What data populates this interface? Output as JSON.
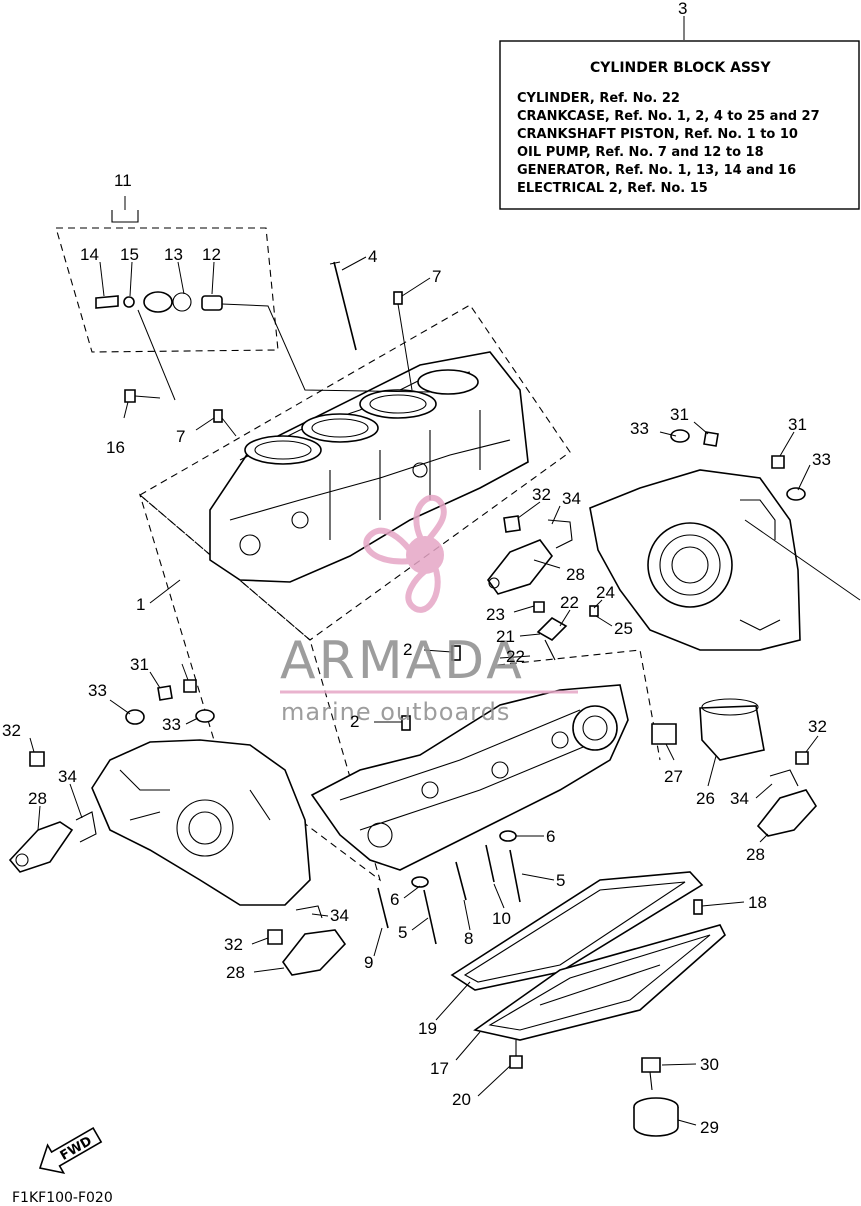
{
  "assembly_box": {
    "ref": "3",
    "title": "CYLINDER BLOCK ASSY",
    "lines": [
      "CYLINDER,  Ref. No. 22",
      "CRANKCASE,  Ref. No. 1, 2, 4 to 25 and 27",
      "CRANKSHAFT PISTON,  Ref. No. 1 to 10",
      "OIL PUMP,  Ref. No. 7 and 12 to 18",
      "GENERATOR,  Ref. No. 1, 13, 14 and 16",
      "ELECTRICAL 2, Ref. No. 15"
    ]
  },
  "callouts": [
    "11",
    "14",
    "15",
    "13",
    "12",
    "4",
    "7",
    "16",
    "7",
    "1",
    "33",
    "31",
    "31",
    "33",
    "32",
    "34",
    "28",
    "23",
    "22",
    "24",
    "25",
    "21",
    "2",
    "22",
    "2",
    "31",
    "33",
    "33",
    "32",
    "34",
    "28",
    "27",
    "26",
    "32",
    "34",
    "28",
    "6",
    "5",
    "6",
    "5",
    "10",
    "8",
    "9",
    "34",
    "32",
    "28",
    "18",
    "19",
    "17",
    "20",
    "30",
    "29"
  ],
  "watermark": {
    "brand": "ARMADA",
    "tagline": "marine outboards",
    "color": "#e6a6c6"
  },
  "fwd_label": "FWD",
  "figure_code": "F1KF100-F020"
}
